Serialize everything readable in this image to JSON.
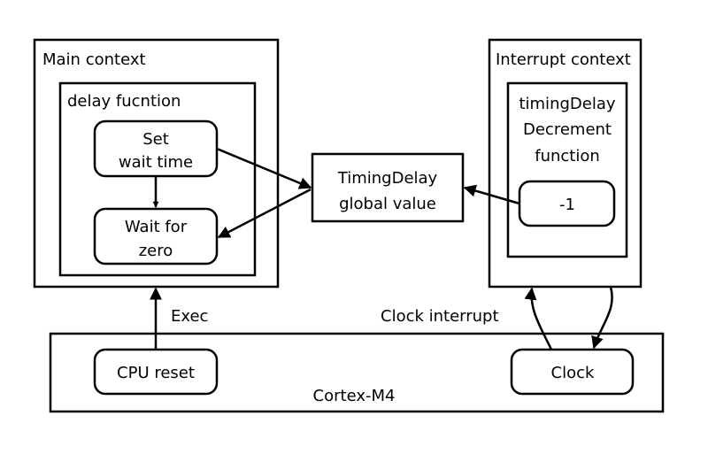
{
  "colors": {
    "stroke": "#000000",
    "background": "#ffffff"
  },
  "nodes": {
    "main_context": "Main context",
    "delay_function": "delay fucntion",
    "set_wait_line1": "Set",
    "set_wait_line2": "wait time",
    "wait_zero_line1": "Wait for",
    "wait_zero_line2": "zero",
    "timing_line1": "TimingDelay",
    "timing_line2": "global value",
    "interrupt_context": "Interrupt context",
    "decrement_line1": "timingDelay",
    "decrement_line2": "Decrement",
    "decrement_line3": "function",
    "minus_one": "-1",
    "cortex": "Cortex-M4",
    "cpu_reset": "CPU reset",
    "clock": "Clock"
  },
  "edges": {
    "exec": "Exec",
    "clock_interrupt": "Clock interrupt"
  }
}
